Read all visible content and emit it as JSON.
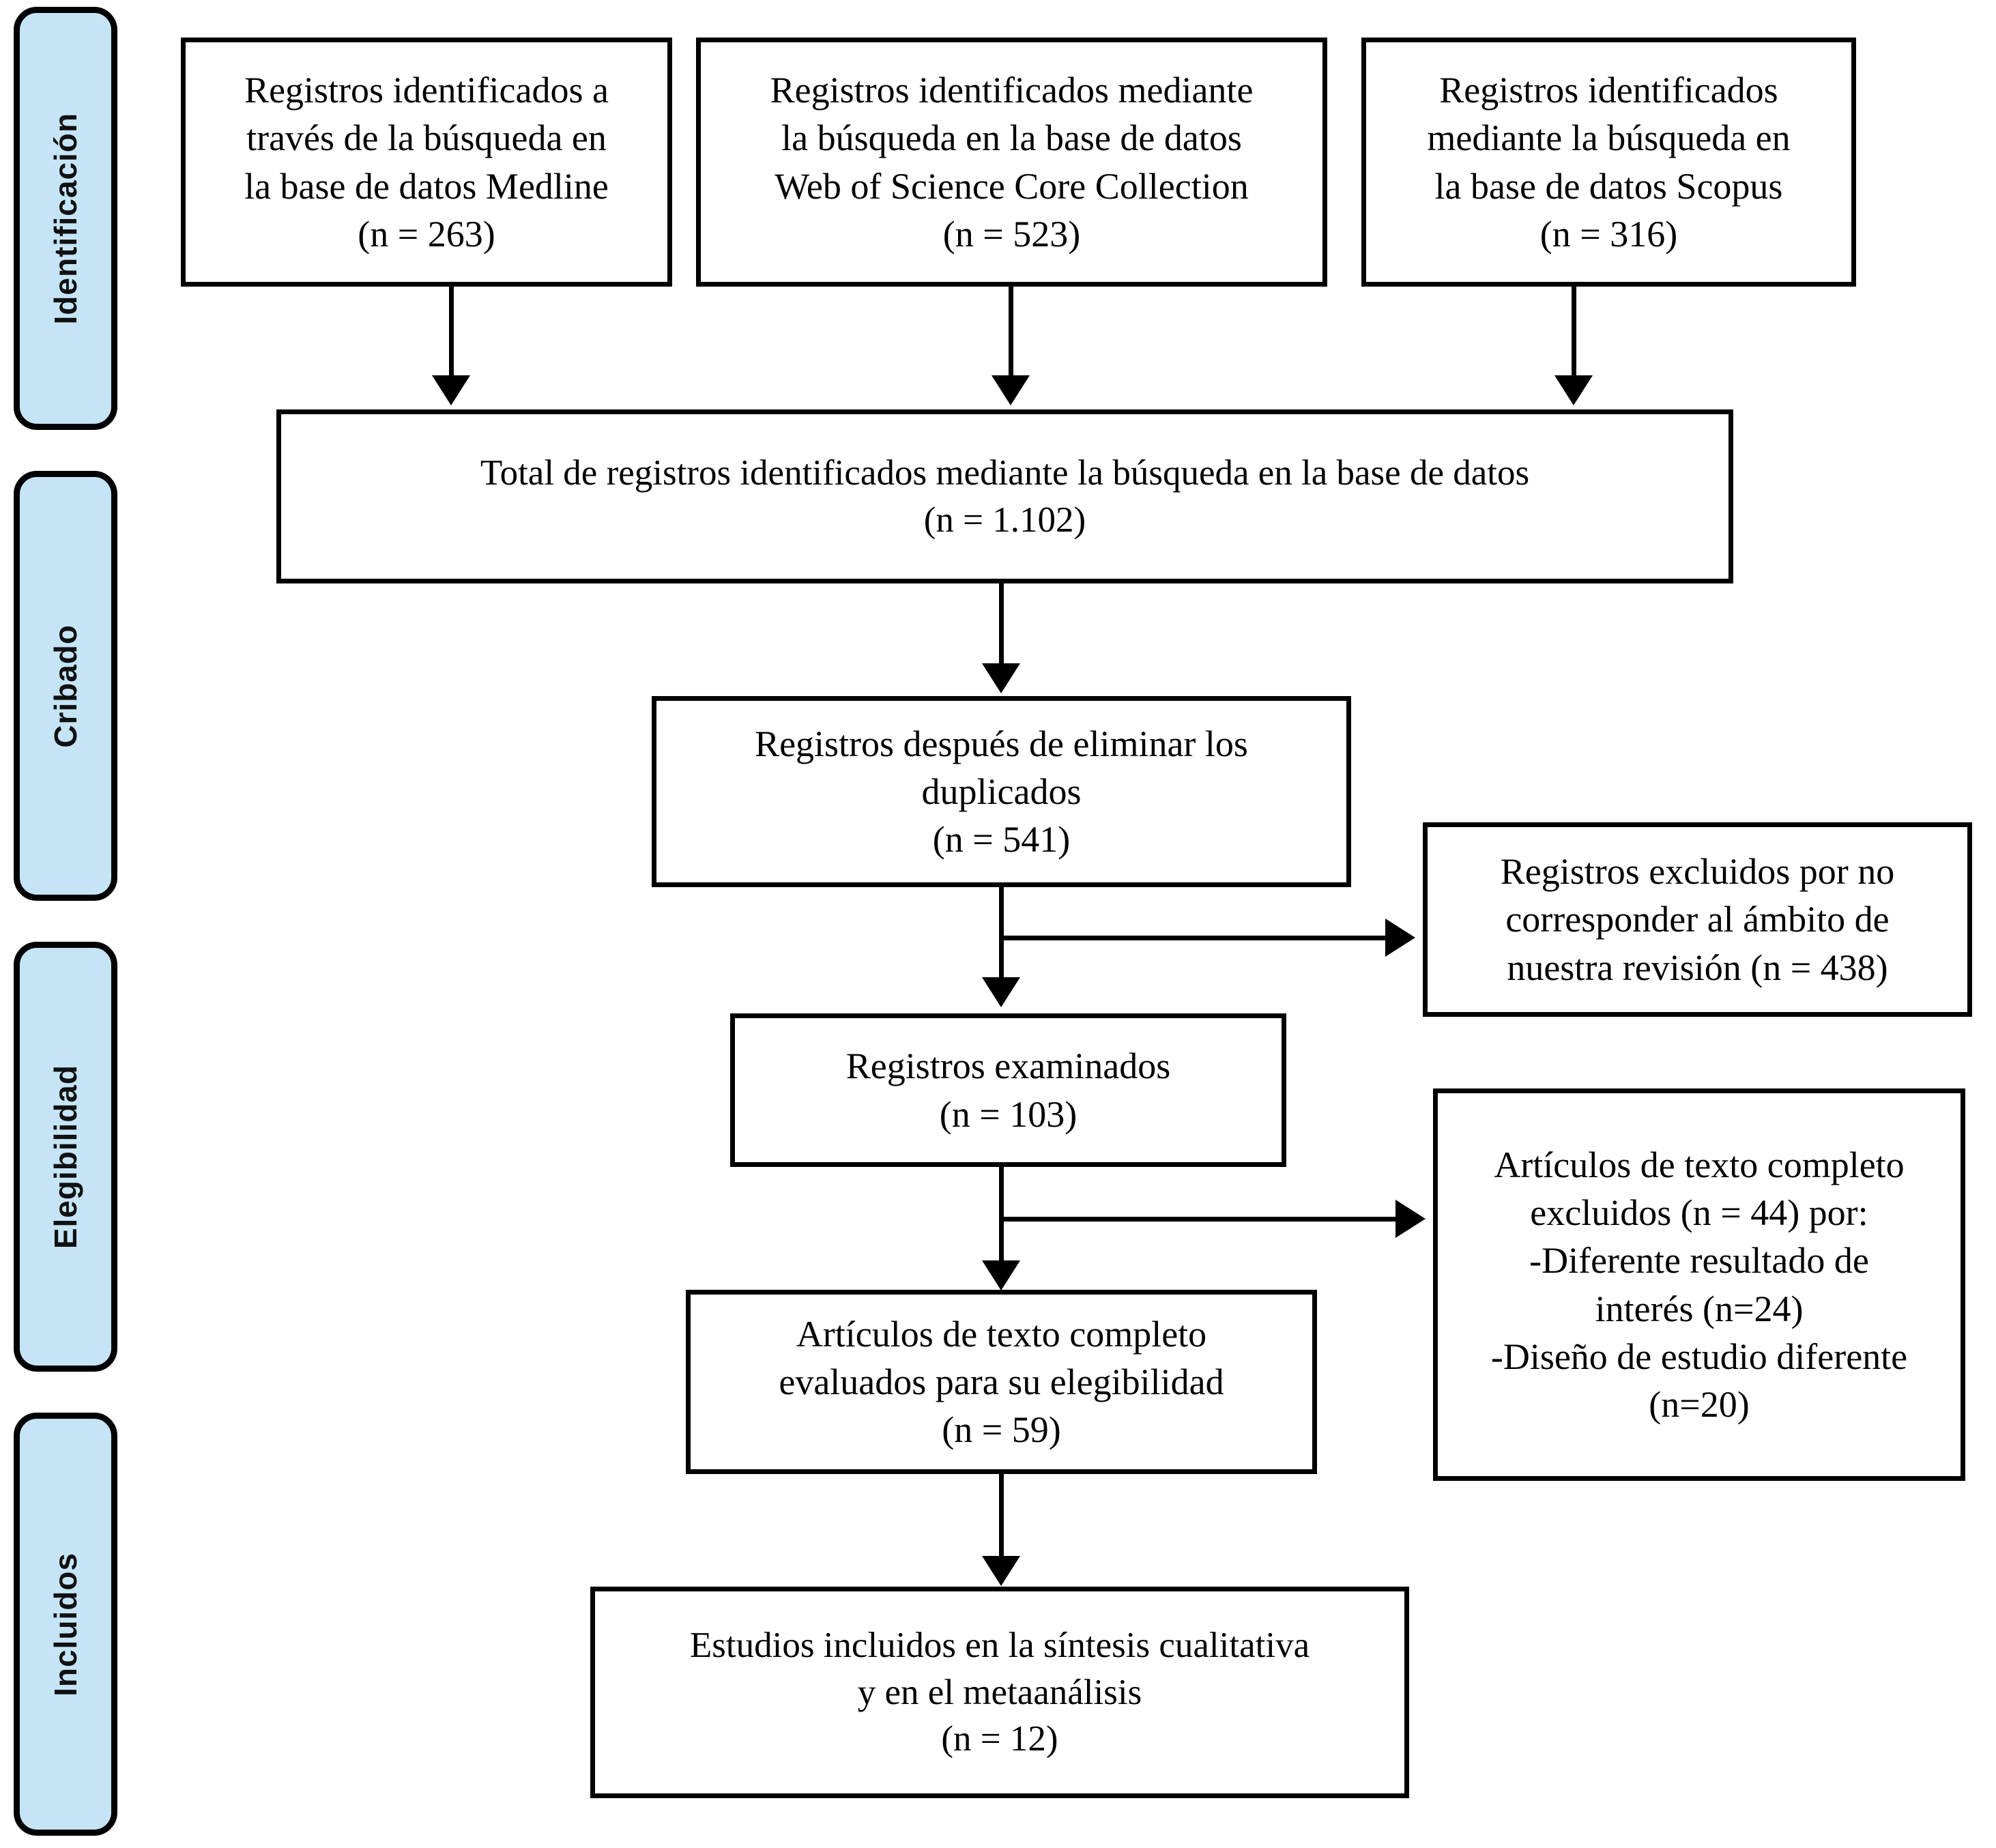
{
  "diagram": {
    "title": "PRISMA flow diagram",
    "accent_color": "#c5e5f7",
    "line_color": "#000000",
    "stages": [
      {
        "id": "identificacion",
        "label": "Identificación"
      },
      {
        "id": "cribado",
        "label": "Cribado"
      },
      {
        "id": "elegibilidad",
        "label": "Elegibilidad"
      },
      {
        "id": "incluidos",
        "label": "Incluidos"
      }
    ],
    "boxes": {
      "medline": {
        "text": "Registros identificados a\ntravés de la búsqueda en\nla base de datos Medline\n(n = 263)",
        "n": 263
      },
      "wos": {
        "text": "Registros identificados mediante\nla búsqueda en la base de datos\nWeb of Science Core Collection\n(n = 523)",
        "n": 523
      },
      "scopus": {
        "text": "Registros identificados\nmediante la búsqueda en\nla base de datos Scopus\n(n = 316)",
        "n": 316
      },
      "total": {
        "text": "Total de registros identificados mediante la búsqueda en la base de datos\n(n = 1.102)",
        "n": 1102
      },
      "duplicados": {
        "text": "Registros después de eliminar los\nduplicados\n(n = 541)",
        "n": 541
      },
      "excluidos_ambito": {
        "text": "Registros excluidos por no\ncorresponder al ámbito de\nnuestra revisión (n = 438)",
        "n": 438
      },
      "examinados": {
        "text": "Registros examinados\n(n = 103)",
        "n": 103
      },
      "excluidos_texto": {
        "text": "Artículos de texto completo\nexcluidos (n = 44) por:\n-Diferente resultado de\ninterés (n=24)\n-Diseño de estudio diferente\n(n=20)",
        "n": 44,
        "reason_1_n": 24,
        "reason_2_n": 20
      },
      "elegibilidad": {
        "text": "Artículos de texto completo\nevaluados para su elegibilidad\n(n = 59)",
        "n": 59
      },
      "incluidos": {
        "text": "Estudios incluidos en la síntesis cualitativa\ny en el metaanálisis\n(n = 12)",
        "n": 12
      }
    }
  }
}
